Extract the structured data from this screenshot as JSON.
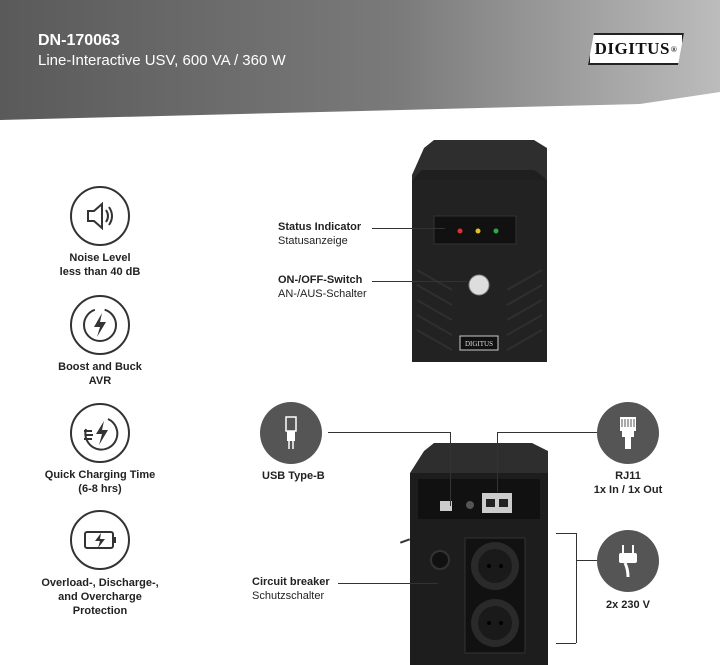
{
  "header": {
    "model": "DN-170063",
    "subtitle": "Line-Interactive USV, 600 VA / 360 W",
    "brand": "DIGITUS",
    "brand_mark": "®"
  },
  "features": [
    {
      "icon": "speaker-icon",
      "line1": "Noise Level",
      "line2": "less than 40 dB",
      "line3": ""
    },
    {
      "icon": "lightning-cycle-icon",
      "line1": "Boost and Buck",
      "line2": "AVR",
      "line3": ""
    },
    {
      "icon": "fast-charge-icon",
      "line1": "Quick Charging Time",
      "line2": "(6-8 hrs)",
      "line3": ""
    },
    {
      "icon": "battery-icon",
      "line1": "Overload-, Discharge-,",
      "line2": "and Overcharge",
      "line3": "Protection"
    }
  ],
  "callouts": {
    "status": {
      "title": "Status Indicator",
      "sub": "Statusanzeige"
    },
    "switch": {
      "title": "ON-/OFF-Switch",
      "sub": "AN-/AUS-Schalter"
    },
    "usb": {
      "title": "USB Type-B"
    },
    "rj11": {
      "title": "RJ11",
      "sub": "1x In / 1x Out"
    },
    "breaker": {
      "title": "Circuit breaker",
      "sub": "Schutzschalter"
    },
    "outlets": {
      "title": "2x 230 V"
    }
  },
  "device": {
    "front_brand": "DIGITUS"
  },
  "colors": {
    "led_red": "#e03030",
    "led_yellow": "#e6c020",
    "led_green": "#2fa84a"
  }
}
